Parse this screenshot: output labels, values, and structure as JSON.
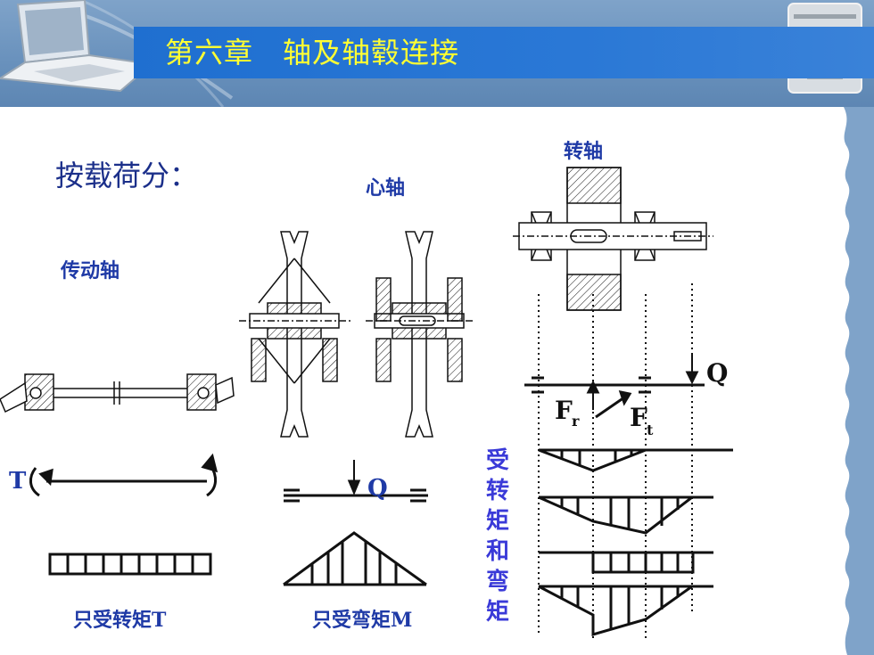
{
  "header": {
    "title": "第六章　轴及轴毂连接"
  },
  "slide": {
    "heading": "按载荷分：",
    "labels": {
      "drive_shaft": "传动轴",
      "spindle": "心轴",
      "rotating_shaft": "转轴"
    },
    "captions": {
      "torque_only": "只受转矩T",
      "bending_only": "只受弯矩M",
      "torque_and_bending": "受转矩和弯矩"
    },
    "symbols": {
      "torque": "T",
      "load_q1": "Q",
      "load_q2": "Q",
      "force_r": "F",
      "force_r_sub": "r",
      "force_t": "F",
      "force_t_sub": "t"
    }
  }
}
